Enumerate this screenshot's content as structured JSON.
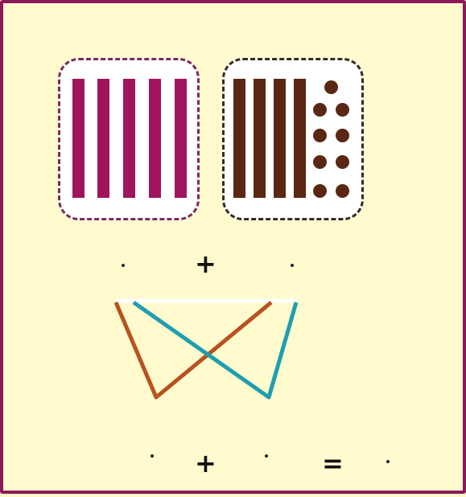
{
  "tens_group_a": {
    "rods": 5,
    "color": "#a0145e",
    "border_color": "#7d2a5e"
  },
  "tens_group_b": {
    "rods": 4,
    "units": 9,
    "color": "#5a2712",
    "border_color": "#3a2a22"
  },
  "row1": {
    "op": "+"
  },
  "row2": {
    "op1": "+",
    "op2": "="
  },
  "cross_lines": {
    "color_a": "#b8521f",
    "color_b": "#1f9eb0"
  }
}
